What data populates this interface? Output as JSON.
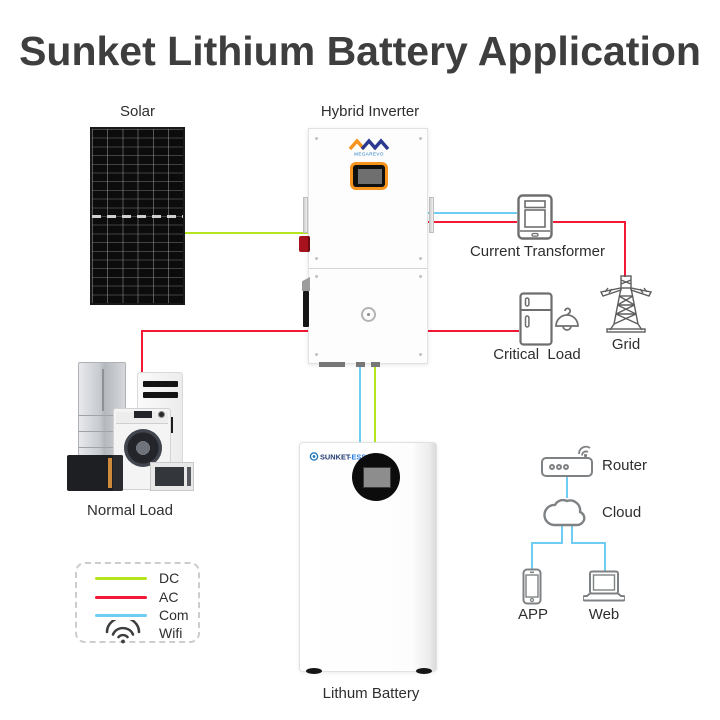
{
  "title": "Sunket Lithium Battery Application",
  "colors": {
    "dc": "#b5e61d",
    "ac": "#f21836",
    "com": "#6fcdf4"
  },
  "labels": {
    "solar": "Solar",
    "hybrid_inverter": "Hybrid Inverter",
    "current_transformer": "Current Transformer",
    "critical_load": "Critical  Load",
    "grid": "Grid",
    "normal_load": "Normal Load",
    "lithium_battery": "Lithum Battery",
    "router": "Router",
    "cloud": "Cloud",
    "app": "APP",
    "web": "Web"
  },
  "brands": {
    "inverter_logo": "MEGAREVO",
    "battery_logo": {
      "part1": "SUNKET",
      "part2": "-ESS"
    }
  },
  "legend": {
    "items": [
      {
        "key": "dc",
        "label": "DC"
      },
      {
        "key": "ac",
        "label": "AC"
      },
      {
        "key": "com",
        "label": "Com"
      },
      {
        "key": "wifi",
        "label": "Wifi",
        "icon": "wifi-icon"
      }
    ]
  }
}
